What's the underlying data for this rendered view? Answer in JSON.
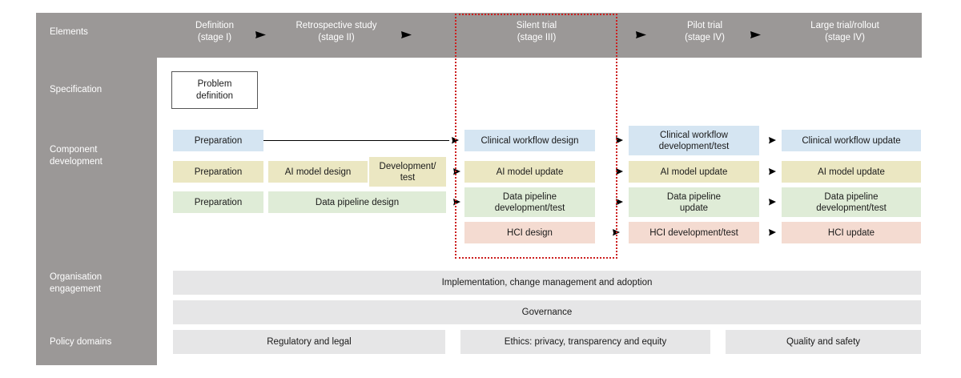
{
  "header": {
    "row_label": "Elements",
    "stages": [
      {
        "name": "Definition",
        "stage": "(stage I)"
      },
      {
        "name": "Retrospective study",
        "stage": "(stage II)"
      },
      {
        "name": "Silent trial",
        "stage": "(stage III)"
      },
      {
        "name": "Pilot trial",
        "stage": "(stage IV)"
      },
      {
        "name": "Large trial/rollout",
        "stage": "(stage IV)"
      }
    ],
    "arrow_icon": "right-arrow-icon"
  },
  "sidebar": {
    "rows": [
      {
        "label": "Specification"
      },
      {
        "label": "Component\ndevelopment",
        "line1": "Component",
        "line2": "development"
      },
      {
        "label": "Organisation\nengagement",
        "line1": "Organisation",
        "line2": "engagement"
      },
      {
        "label": "Policy domains"
      }
    ]
  },
  "specification": {
    "box": {
      "line1": "Problem",
      "line2": "definition"
    }
  },
  "component_development": {
    "rows": [
      {
        "track": "clinical-workflow",
        "color": "#d5e5f2",
        "cells": [
          {
            "label": "Preparation"
          },
          {
            "label": "Clinical workflow design"
          },
          {
            "line1": "Clinical workflow",
            "line2": "development/test"
          },
          {
            "label": "Clinical workflow update"
          }
        ]
      },
      {
        "track": "ai-model",
        "color": "#ebe7c2",
        "cells": [
          {
            "label": "Preparation"
          },
          {
            "label": "AI model design"
          },
          {
            "line1": "Development/",
            "line2": "test"
          },
          {
            "label": "AI model update"
          },
          {
            "label": "AI model update"
          },
          {
            "label": "AI model update"
          }
        ]
      },
      {
        "track": "data-pipeline",
        "color": "#dfecd7",
        "cells": [
          {
            "label": "Preparation"
          },
          {
            "label": "Data pipeline design"
          },
          {
            "line1": "Data pipeline",
            "line2": "development/test"
          },
          {
            "line1": "Data pipeline",
            "line2": "update"
          },
          {
            "line1": "Data pipeline",
            "line2": "development/test"
          }
        ]
      },
      {
        "track": "hci",
        "color": "#f4dbd1",
        "cells": [
          {
            "label": "HCI design"
          },
          {
            "label": "HCI development/test"
          },
          {
            "label": "HCI update"
          }
        ]
      }
    ]
  },
  "organisation_engagement": {
    "bars": [
      {
        "label": "Implementation, change management and adoption"
      },
      {
        "label": "Governance"
      }
    ]
  },
  "policy_domains": {
    "bars": [
      {
        "label": "Regulatory and legal"
      },
      {
        "label": "Ethics: privacy, transparency and equity"
      },
      {
        "label": "Quality and safety"
      }
    ]
  },
  "colors": {
    "band_grey": "#9b9897",
    "bar_grey": "#e6e6e7",
    "highlight_red": "#cc1f1f",
    "clinical_blue": "#d5e5f2",
    "ai_yellow": "#ebe7c2",
    "data_green": "#dfecd7",
    "hci_pink": "#f4dbd1"
  }
}
